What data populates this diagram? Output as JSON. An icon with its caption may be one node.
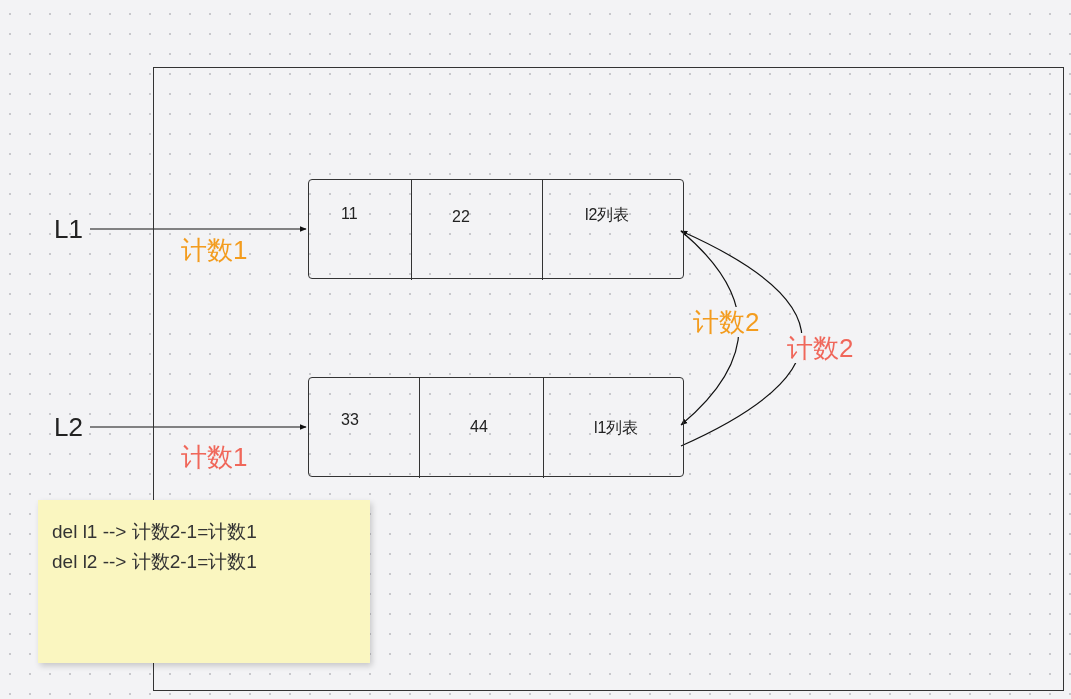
{
  "diagram": {
    "nodes": [
      {
        "text": [],
        "shape": "box"
      },
      {
        "text": [],
        "shape": "box",
        "in": 0
      },
      {
        "text": [
          "11"
        ],
        "in": 1
      },
      {
        "text": [
          "22"
        ],
        "in": 1
      },
      {
        "text": [
          "l2列表"
        ],
        "in": 1
      },
      {
        "text": [],
        "shape": "box",
        "in": 0
      },
      {
        "text": [
          "33"
        ],
        "in": 5
      },
      {
        "text": [
          "44"
        ],
        "in": 5
      },
      {
        "text": [
          "l1列表"
        ],
        "in": 5
      },
      {
        "text": [
          "L1"
        ]
      },
      {
        "text": [
          "L2"
        ]
      },
      {
        "text": [
          "del l1 --> 计数2-1=计数1",
          "del l2 --> 计数2-1=计数1"
        ]
      }
    ],
    "edges": [
      {
        "from": 9,
        "to": 1,
        "arrow": "to",
        "label": "计数1"
      },
      {
        "from": 10,
        "to": 5,
        "arrow": "to",
        "label": "计数1"
      },
      {
        "from": 4,
        "to": 8,
        "arrow": "to",
        "label": "计数2"
      },
      {
        "from": 8,
        "to": 4,
        "arrow": "to",
        "label": "计数2"
      }
    ]
  }
}
